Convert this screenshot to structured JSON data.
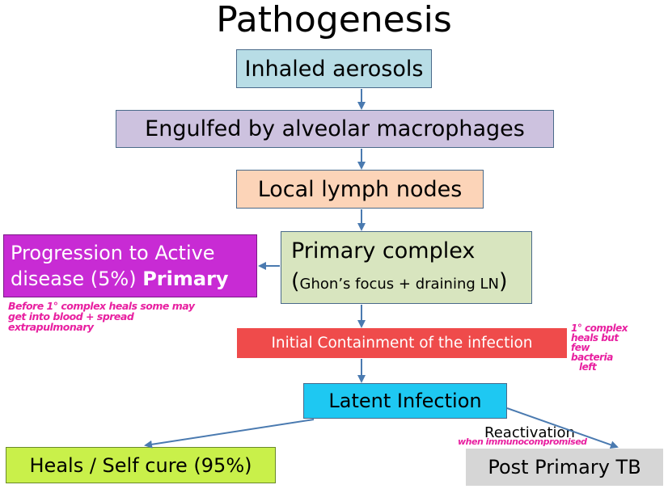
{
  "title": "Pathogenesis",
  "boxes": {
    "inhaled": "Inhaled aerosols",
    "engulfed": "Engulfed by alveolar macrophages",
    "lymph": "Local lymph nodes",
    "primary_line1": "Primary complex",
    "primary_line2_open": "(",
    "primary_line2_small": "Ghon’s focus + draining LN",
    "primary_line2_close": ")",
    "progression_line1": "Progression to Active",
    "progression_line2": "disease (5%)",
    "progression_bold": "Primary",
    "containment": "Initial Containment of the infection",
    "latent": "Latent Infection",
    "heals": "Heals / Self cure (95%)",
    "post_primary": "Post Primary TB",
    "reactivation": "Reactivation"
  },
  "notes": {
    "before_line1": "Before 1° complex heals some may",
    "before_line2": "get into blood + spread",
    "before_line3": "extrapulmonary",
    "heals_line1": "1° complex",
    "heals_line2": "heals but",
    "heals_line3": "few",
    "heals_line4": "bacteria",
    "heals_line5": "left",
    "immuno": "when immunocompromised"
  },
  "colors": {
    "inhaled": "#b8dde6",
    "engulfed": "#cdc2df",
    "lymph": "#fcd4b8",
    "primary": "#d8e5bf",
    "progression": "#c82bd4",
    "containment": "#ef4b4b",
    "latent": "#1ec8f2",
    "heals": "#c9f04a",
    "post_primary": "#d6d6d6",
    "arrow": "#4a7ab0",
    "handwriting": "#e81fa0"
  }
}
